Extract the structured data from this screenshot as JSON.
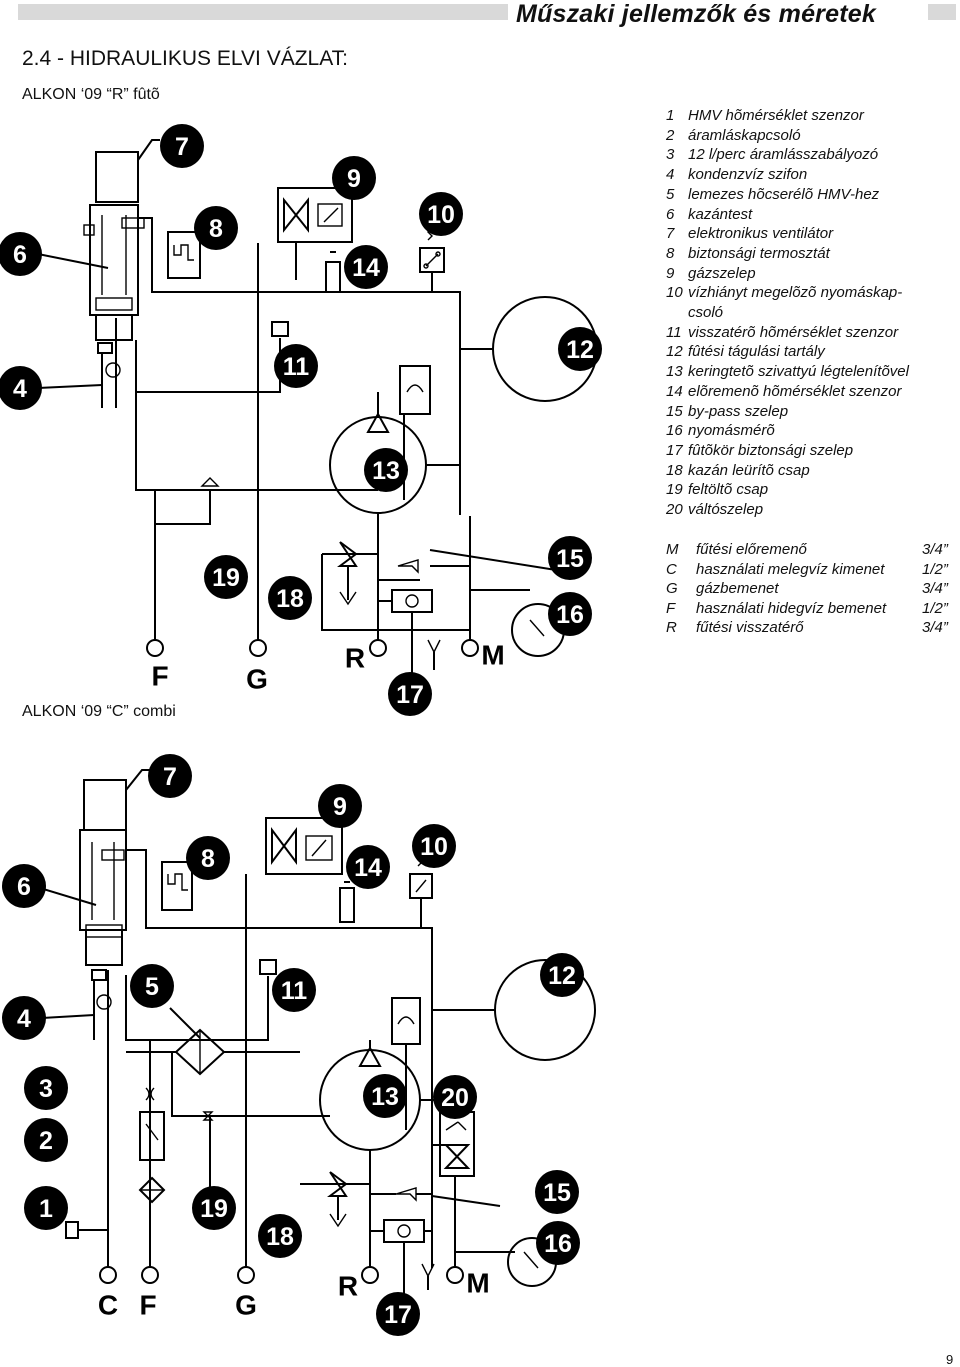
{
  "header": {
    "title": "Műszaki jellemzők és méretek"
  },
  "section_title": "2.4 - HIDRAULIKUS ELVI VÁZLAT:",
  "diagram_r": {
    "title": "ALKON ‘09 “R” fûtõ"
  },
  "diagram_c": {
    "title": "ALKON ‘09 “C” combi"
  },
  "legend": [
    {
      "n": "1",
      "t": "HMV hõmérséklet szenzor"
    },
    {
      "n": "2",
      "t": "áramláskapcsoló"
    },
    {
      "n": "3",
      "t": "12 l/perc  áramlásszabályozó"
    },
    {
      "n": "4",
      "t": "kondenzvíz szifon"
    },
    {
      "n": "5",
      "t": "lemezes hõcserélõ HMV-hez"
    },
    {
      "n": "6",
      "t": "kazántest"
    },
    {
      "n": "7",
      "t": "elektronikus ventilátor"
    },
    {
      "n": "8",
      "t": "biztonsági termosztát"
    },
    {
      "n": "9",
      "t": "gázszelep"
    },
    {
      "n": "10",
      "t": "vízhiányt megelõzõ nyomáskap-"
    },
    {
      "n": "",
      "t": "csoló"
    },
    {
      "n": "11",
      "t": "visszatérõ hõmérséklet szenzor"
    },
    {
      "n": "12",
      "t": "fûtési tágulási tartály"
    },
    {
      "n": "13",
      "t": "keringtetõ szivattyú légtelenítõvel"
    },
    {
      "n": "14",
      "t": "elõremenõ hõmérséklet szenzor"
    },
    {
      "n": "15",
      "t": "by-pass szelep"
    },
    {
      "n": "16",
      "t": "nyomásmérõ"
    },
    {
      "n": "17",
      "t": "fûtõkör biztonsági szelep"
    },
    {
      "n": "18",
      "t": "kazán leürítõ csap"
    },
    {
      "n": "19",
      "t": "feltöltõ csap"
    },
    {
      "n": "20",
      "t": "váltószelep"
    }
  ],
  "connections": [
    {
      "k": "M",
      "d": "fűtési előremenő",
      "s": "3/4”"
    },
    {
      "k": "C",
      "d": "használati melegvíz kimenet",
      "s": "1/2”"
    },
    {
      "k": "G",
      "d": "gázbemenet",
      "s": "3/4”"
    },
    {
      "k": "F",
      "d": "használati hidegvíz bemenet",
      "s": "1/2”"
    },
    {
      "k": "R",
      "d": "fűtési visszatérő",
      "s": "3/4”"
    }
  ],
  "labels": {
    "r": {
      "n7": "7",
      "n8": "8",
      "n9": "9",
      "n10": "10",
      "n6": "6",
      "n14": "14",
      "n4": "4",
      "n11": "11",
      "n12": "12",
      "n13": "13",
      "n15": "15",
      "n16": "16",
      "n19": "19",
      "n18": "18",
      "n17": "17",
      "F": "F",
      "G": "G",
      "R": "R",
      "M": "M"
    },
    "c": {
      "n7": "7",
      "n9": "9",
      "n8": "8",
      "n10": "10",
      "n6": "6",
      "n14": "14",
      "n4": "4",
      "n5": "5",
      "n11": "11",
      "n12": "12",
      "n3": "3",
      "n13": "13",
      "n20": "20",
      "n2": "2",
      "n1": "1",
      "n19": "19",
      "n15": "15",
      "n18": "18",
      "n16": "16",
      "C": "C",
      "F": "F",
      "G": "G",
      "R": "R",
      "M": "M",
      "n17": "17"
    }
  },
  "page_number": "9"
}
